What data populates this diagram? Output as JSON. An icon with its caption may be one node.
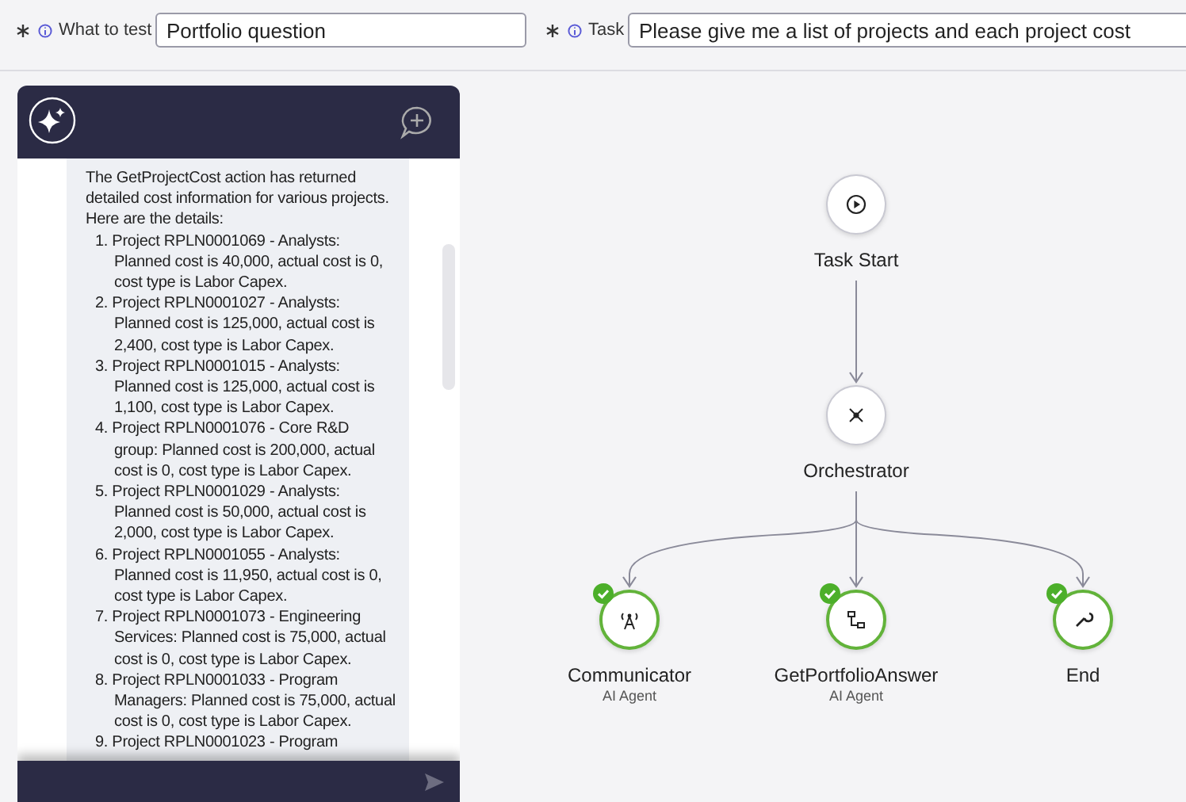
{
  "diagram": {
    "nodes": [
      {
        "text": [
          "Task Start"
        ]
      },
      {
        "text": [
          "Orchestrator"
        ]
      },
      {
        "text": [
          "Communicator",
          "AI Agent"
        ]
      },
      {
        "text": [
          "GetPortfolioAnswer",
          "AI Agent"
        ]
      },
      {
        "text": [
          "End"
        ]
      }
    ],
    "edges": [
      {
        "from": 0,
        "to": 1,
        "arrow": "to"
      },
      {
        "from": 1,
        "to": 2,
        "arrow": "to"
      },
      {
        "from": 1,
        "to": 3,
        "arrow": "to"
      },
      {
        "from": 1,
        "to": 4,
        "arrow": "to"
      }
    ],
    "labels": [
      "What to test",
      "Portfolio question",
      "Task",
      "Please give me a list of projects and each project cost",
      "The GetProjectCost action has returned detailed cost information for various projects. Here are the details:",
      "1. Project RPLN0001069 - Analysts: Planned cost is 40,000, actual cost is 0, cost type is Labor Capex.",
      "2. Project RPLN0001027 - Analysts: Planned cost is 125,000, actual cost is 2,400, cost type is Labor Capex.",
      "3. Project RPLN0001015 - Analysts: Planned cost is 125,000, actual cost is 1,100, cost type is Labor Capex.",
      "4. Project RPLN0001076 - Core R&D group: Planned cost is 200,000, actual cost is 0, cost type is Labor Capex.",
      "5. Project RPLN0001029 - Analysts: Planned cost is 50,000, actual cost is 2,000, cost type is Labor Capex.",
      "6. Project RPLN0001055 - Analysts: Planned cost is 11,950, actual cost is 0, cost type is Labor Capex.",
      "7. Project RPLN0001073 - Engineering Services: Planned cost is 75,000, actual cost is 0, cost type is Labor Capex.",
      "8. Project RPLN0001033 - Program Managers: Planned cost is 75,000, actual cost is 0, cost type is Labor Capex.",
      "9. Project RPLN0001023 - Program"
    ]
  }
}
